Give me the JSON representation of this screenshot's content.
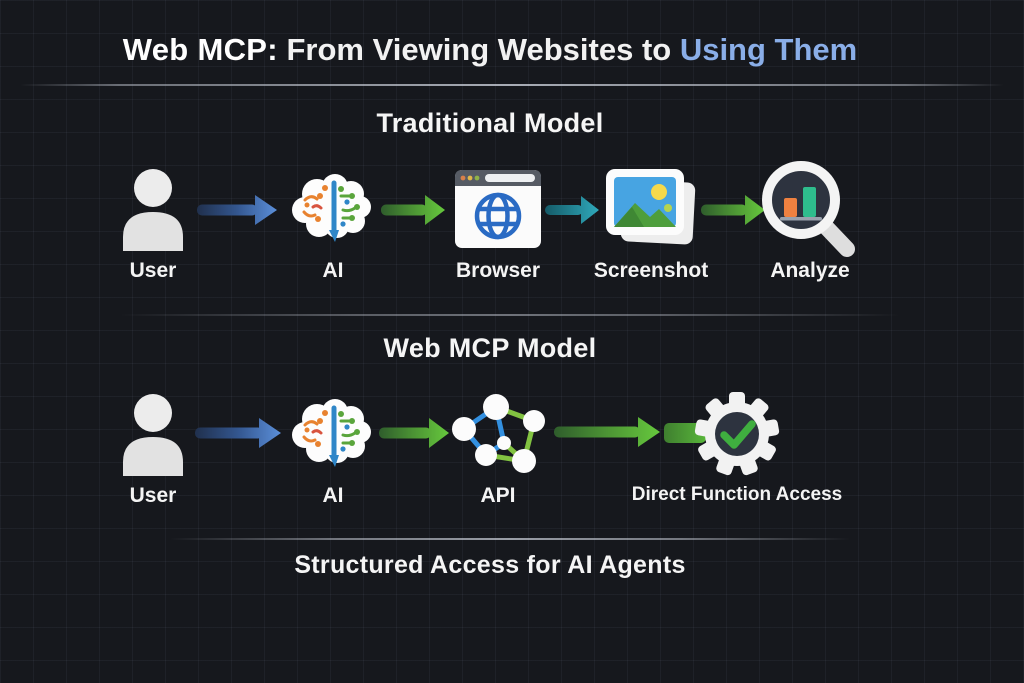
{
  "title": {
    "prefix": "Web MCP:",
    "middle": " From Viewing Websites to ",
    "highlight": "Using Them"
  },
  "sections": [
    {
      "heading": "Traditional Model",
      "steps": [
        {
          "label": "User",
          "icon": "user-icon"
        },
        {
          "label": "AI",
          "icon": "ai-brain-icon"
        },
        {
          "label": "Browser",
          "icon": "browser-icon"
        },
        {
          "label": "Screenshot",
          "icon": "screenshot-icon"
        },
        {
          "label": "Analyze",
          "icon": "magnifier-chart-icon"
        }
      ],
      "arrows": [
        {
          "direction": "right",
          "color": "blue"
        },
        {
          "direction": "right",
          "color": "green"
        },
        {
          "direction": "right",
          "color": "teal"
        },
        {
          "direction": "right",
          "color": "green"
        }
      ]
    },
    {
      "heading": "Web MCP Model",
      "steps": [
        {
          "label": "User",
          "icon": "user-icon"
        },
        {
          "label": "AI",
          "icon": "ai-brain-icon"
        },
        {
          "label": "API",
          "icon": "api-network-icon"
        },
        {
          "label": "Direct Function Access",
          "icon": "gear-check-icon"
        }
      ],
      "arrows": [
        {
          "direction": "right",
          "color": "blue"
        },
        {
          "direction": "right",
          "color": "green"
        },
        {
          "direction": "right",
          "color": "green"
        }
      ]
    }
  ],
  "footer": {
    "text": "Structured Access for AI Agents"
  },
  "colors": {
    "background": "#16181d",
    "grid_line": "#2a2e38",
    "title_highlight": "#8aaee8",
    "arrow_blue": "#5b8fd9",
    "arrow_green": "#66c83d",
    "arrow_teal": "#2fa9bb",
    "check_green": "#3fae3f",
    "chart_bar_orange": "#ef8140",
    "chart_bar_teal": "#2ebd8d",
    "globe_blue": "#2a6bc4",
    "icon_white": "#fcfcfc"
  }
}
